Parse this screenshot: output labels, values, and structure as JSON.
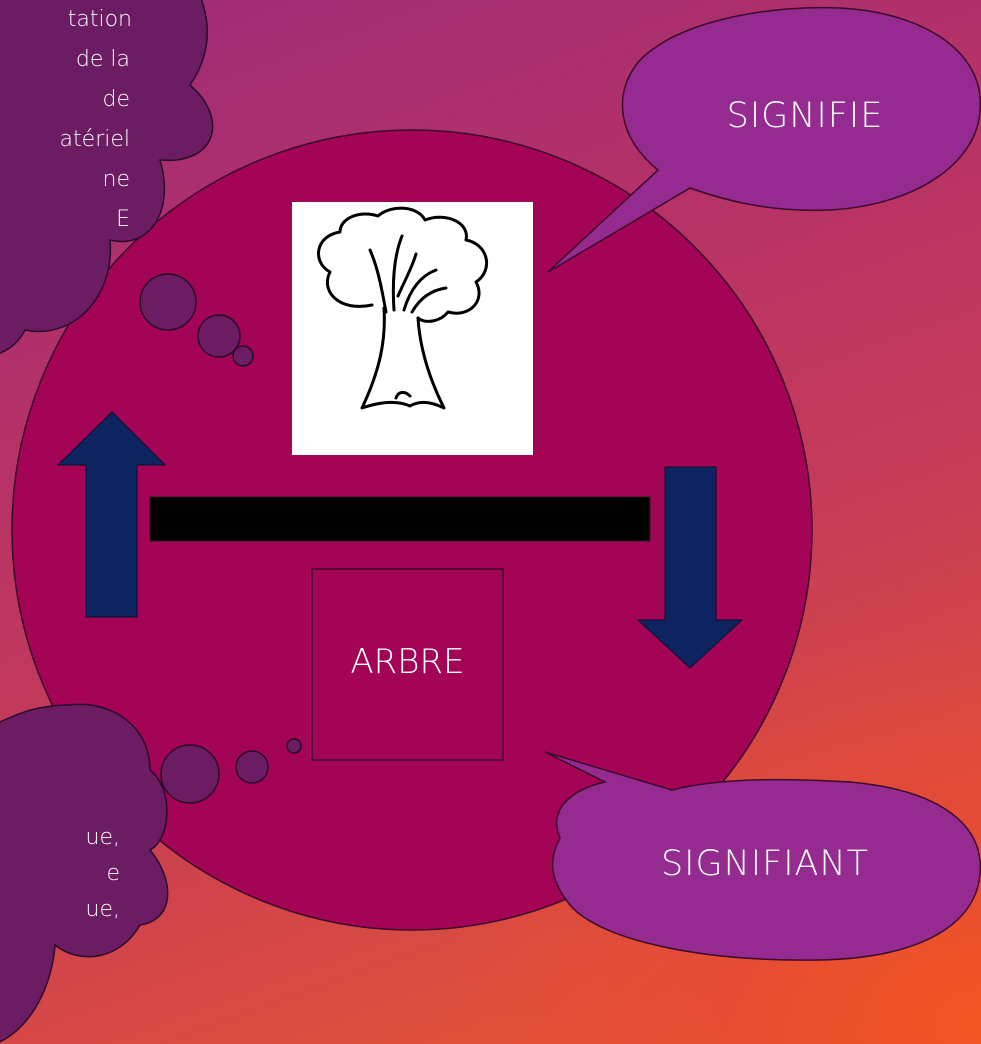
{
  "colors": {
    "main_circle": "#a30455",
    "bubble_fill": "#952a91",
    "cloud_fill": "#6c1c63",
    "arrow_fill": "#0e2460",
    "bar_fill": "#000000"
  },
  "icons": {
    "tree_image": "tree-icon"
  },
  "thought_top": {
    "lines": [
      "tation",
      "de la",
      "de",
      "atériel",
      "ne",
      "E"
    ]
  },
  "thought_bottom": {
    "lines": [
      "ue,",
      "e",
      "ue,"
    ]
  },
  "bubble_signifie": {
    "label": "SIGNIFIE"
  },
  "bubble_signifiant": {
    "label": "SIGNIFIANT"
  },
  "word_box": {
    "label": "ARBRE"
  }
}
